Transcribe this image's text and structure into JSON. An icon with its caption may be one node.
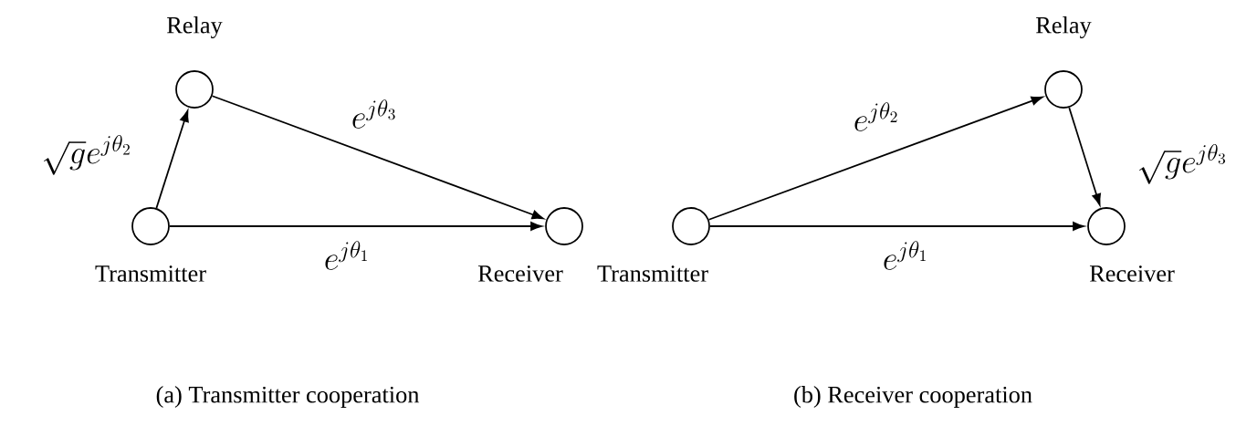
{
  "diagram": {
    "nodes": [
      {
        "text": [
          "Relay"
        ]
      },
      {
        "text": [
          "Transmitter"
        ]
      },
      {
        "text": [
          "Receiver"
        ]
      },
      {
        "text": [
          "Relay"
        ]
      },
      {
        "text": [
          "Transmitter"
        ]
      },
      {
        "text": [
          "Receiver"
        ]
      }
    ],
    "edges": [
      {
        "from": 1,
        "to": 0,
        "arrow": "to",
        "label": "\\sqrt{g}e^{j\\theta_2}"
      },
      {
        "from": 0,
        "to": 2,
        "arrow": "to",
        "label": "e^{j\\theta_3}"
      },
      {
        "from": 1,
        "to": 2,
        "arrow": "to",
        "label": "e^{j\\theta_1}"
      },
      {
        "from": 4,
        "to": 3,
        "arrow": "to",
        "label": "e^{j\\theta_2}"
      },
      {
        "from": 3,
        "to": 5,
        "arrow": "to",
        "label": "\\sqrt{g}e^{j\\theta_3}"
      },
      {
        "from": 4,
        "to": 5,
        "arrow": "to",
        "label": "e^{j\\theta_1}"
      }
    ],
    "labels": [
      "(a) Transmitter cooperation",
      "(b) Receiver cooperation"
    ]
  }
}
